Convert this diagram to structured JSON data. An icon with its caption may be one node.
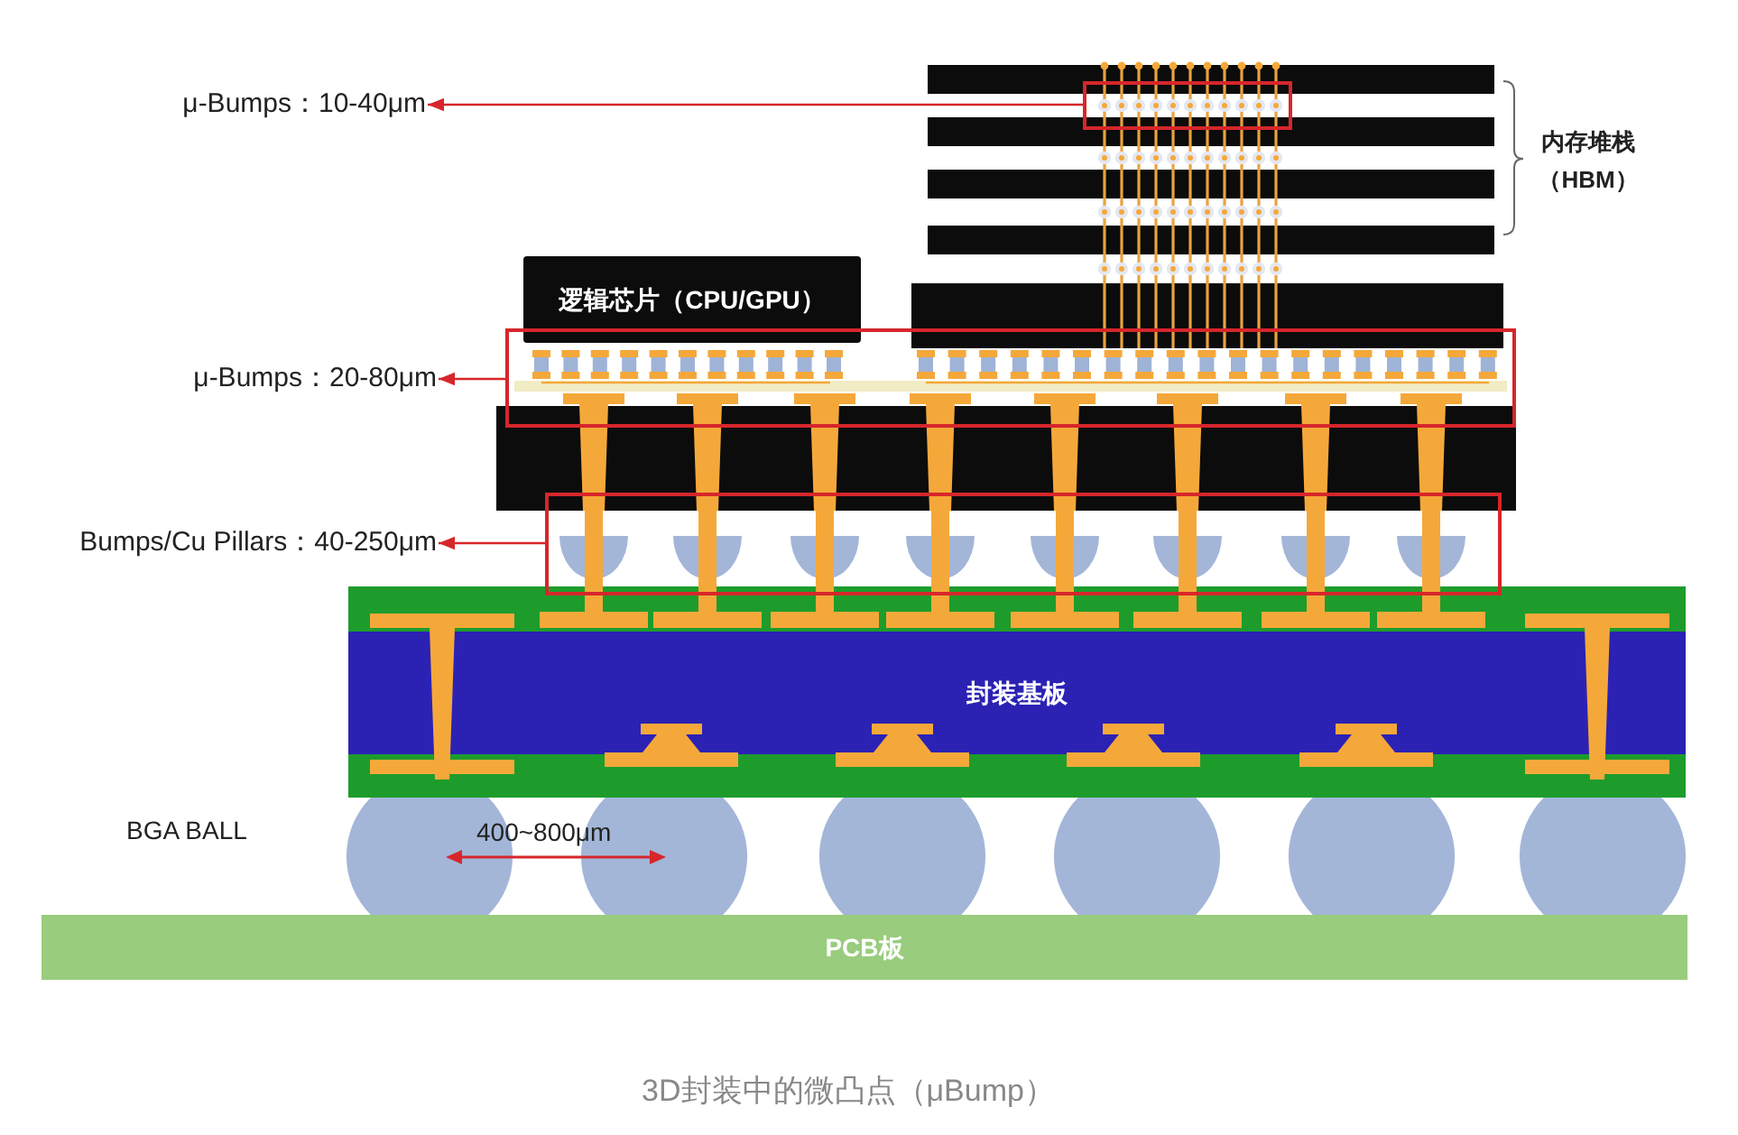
{
  "diagram": {
    "caption": "3D封装中的微凸点（μBump）",
    "nodes": [
      {
        "text": [
          "μ-Bumps：10-40μm"
        ]
      },
      {
        "text": [],
        "shape": "box"
      },
      {
        "text": [
          "逻辑芯片（CPU/GPU）"
        ]
      },
      {
        "text": [
          "μ-Bumps：20-80μm"
        ]
      },
      {
        "text": [],
        "shape": "box"
      },
      {
        "text": [
          "Bumps/Cu Pillars：40-250μm"
        ]
      },
      {
        "text": [],
        "shape": "box"
      },
      {
        "text": [
          "封装基板"
        ]
      },
      {
        "text": [
          "PCB板"
        ]
      }
    ],
    "edges": [
      {
        "from": 1,
        "to": 0,
        "arrow": "to"
      },
      {
        "from": 4,
        "to": 3,
        "arrow": "to"
      },
      {
        "from": 6,
        "to": 5,
        "arrow": "to"
      }
    ],
    "labels": [
      "内存堆栈（HBM）",
      "BGA BALL",
      "400~800μm"
    ]
  }
}
